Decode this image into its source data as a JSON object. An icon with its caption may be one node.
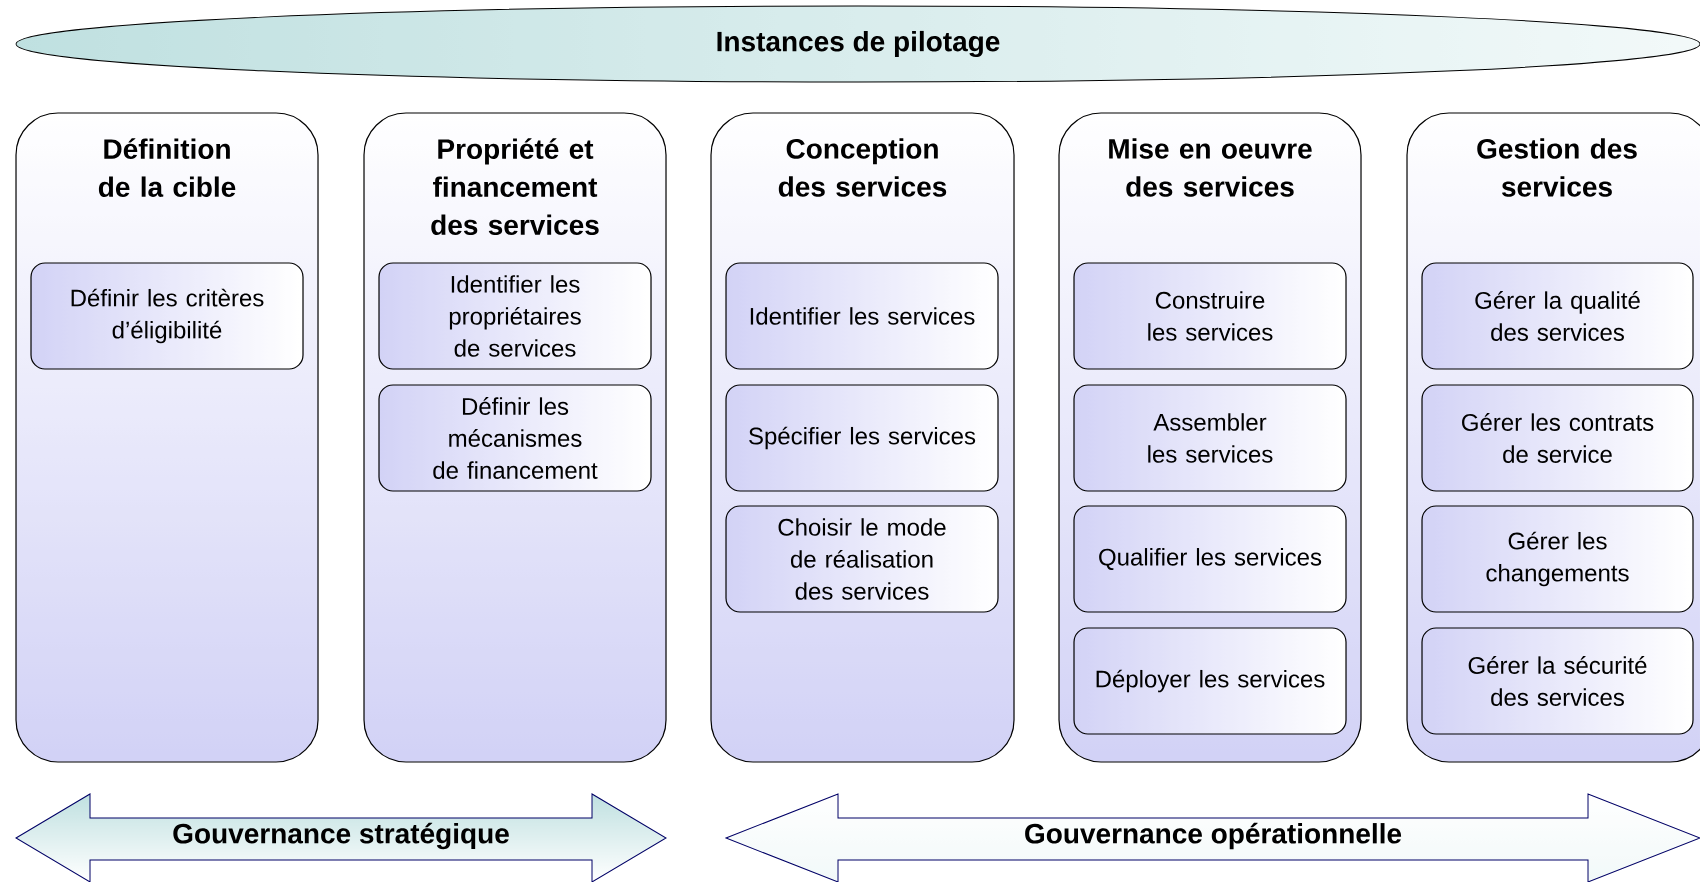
{
  "diagram": {
    "nodes": [
      {
        "text": [
          "Instances de pilotage"
        ]
      },
      {
        "text": [
          "Définition de la cible"
        ]
      },
      {
        "text": [
          "Définir les critères d’éligibilité"
        ],
        "in": 1
      },
      {
        "text": [
          "Propriété et financement des services"
        ]
      },
      {
        "text": [
          "Identifier les propriétaires de services"
        ],
        "in": 3
      },
      {
        "text": [
          "Définir les mécanismes de financement"
        ],
        "in": 3
      },
      {
        "text": [
          "Conception des services"
        ]
      },
      {
        "text": [
          "Identifier les services"
        ],
        "in": 6
      },
      {
        "text": [
          "Spécifier les services"
        ],
        "in": 6
      },
      {
        "text": [
          "Choisir le mode de réalisation des services"
        ],
        "in": 6
      },
      {
        "text": [
          "Mise en oeuvre des services"
        ]
      },
      {
        "text": [
          "Construire les services"
        ],
        "in": 10
      },
      {
        "text": [
          "Assembler les services"
        ],
        "in": 10
      },
      {
        "text": [
          "Qualifier les services"
        ],
        "in": 10
      },
      {
        "text": [
          "Déployer les services"
        ],
        "in": 10
      },
      {
        "text": [
          "Gestion des services"
        ]
      },
      {
        "text": [
          "Gérer la qualité des services"
        ],
        "in": 15
      },
      {
        "text": [
          "Gérer les contrats de service"
        ],
        "in": 15
      },
      {
        "text": [
          "Gérer les changements"
        ],
        "in": 15
      },
      {
        "text": [
          "Gérer la sécurité des services"
        ],
        "in": 15
      },
      {
        "text": [
          "Gouvernance stratégique"
        ]
      },
      {
        "text": [
          "Gouvernance opérationnelle"
        ]
      }
    ]
  }
}
